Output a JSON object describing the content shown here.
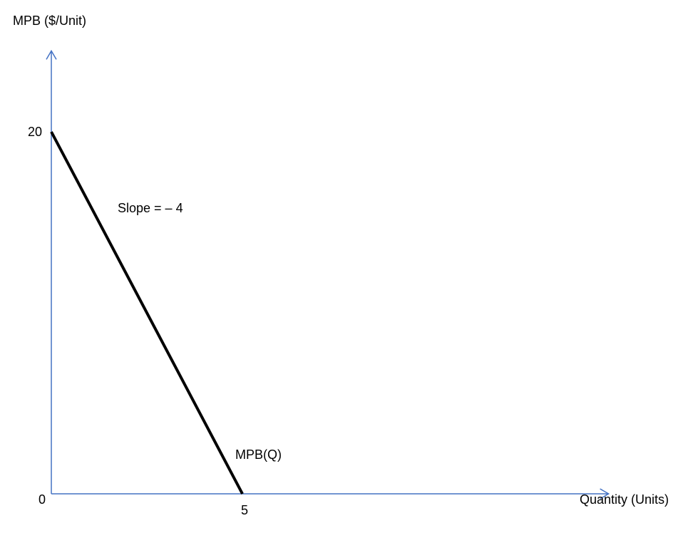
{
  "chart_data": {
    "type": "line",
    "title": "",
    "ylabel": "MPB ($/Unit)",
    "xlabel": "Quantity (Units)",
    "origin_label": "0",
    "xlim": [
      0,
      16
    ],
    "ylim": [
      0,
      24
    ],
    "x_ticks": [
      {
        "value": 5,
        "label": "5"
      }
    ],
    "y_ticks": [
      {
        "value": 20,
        "label": "20"
      }
    ],
    "grid": false,
    "legend": "none",
    "series": [
      {
        "name": "MPB(Q)",
        "points": [
          {
            "x": 0,
            "y": 20
          },
          {
            "x": 5,
            "y": 0
          }
        ]
      }
    ],
    "annotations": [
      {
        "text": "Slope = – 4"
      }
    ],
    "colors": {
      "axis": "#4472C4",
      "line": "#000000"
    }
  }
}
